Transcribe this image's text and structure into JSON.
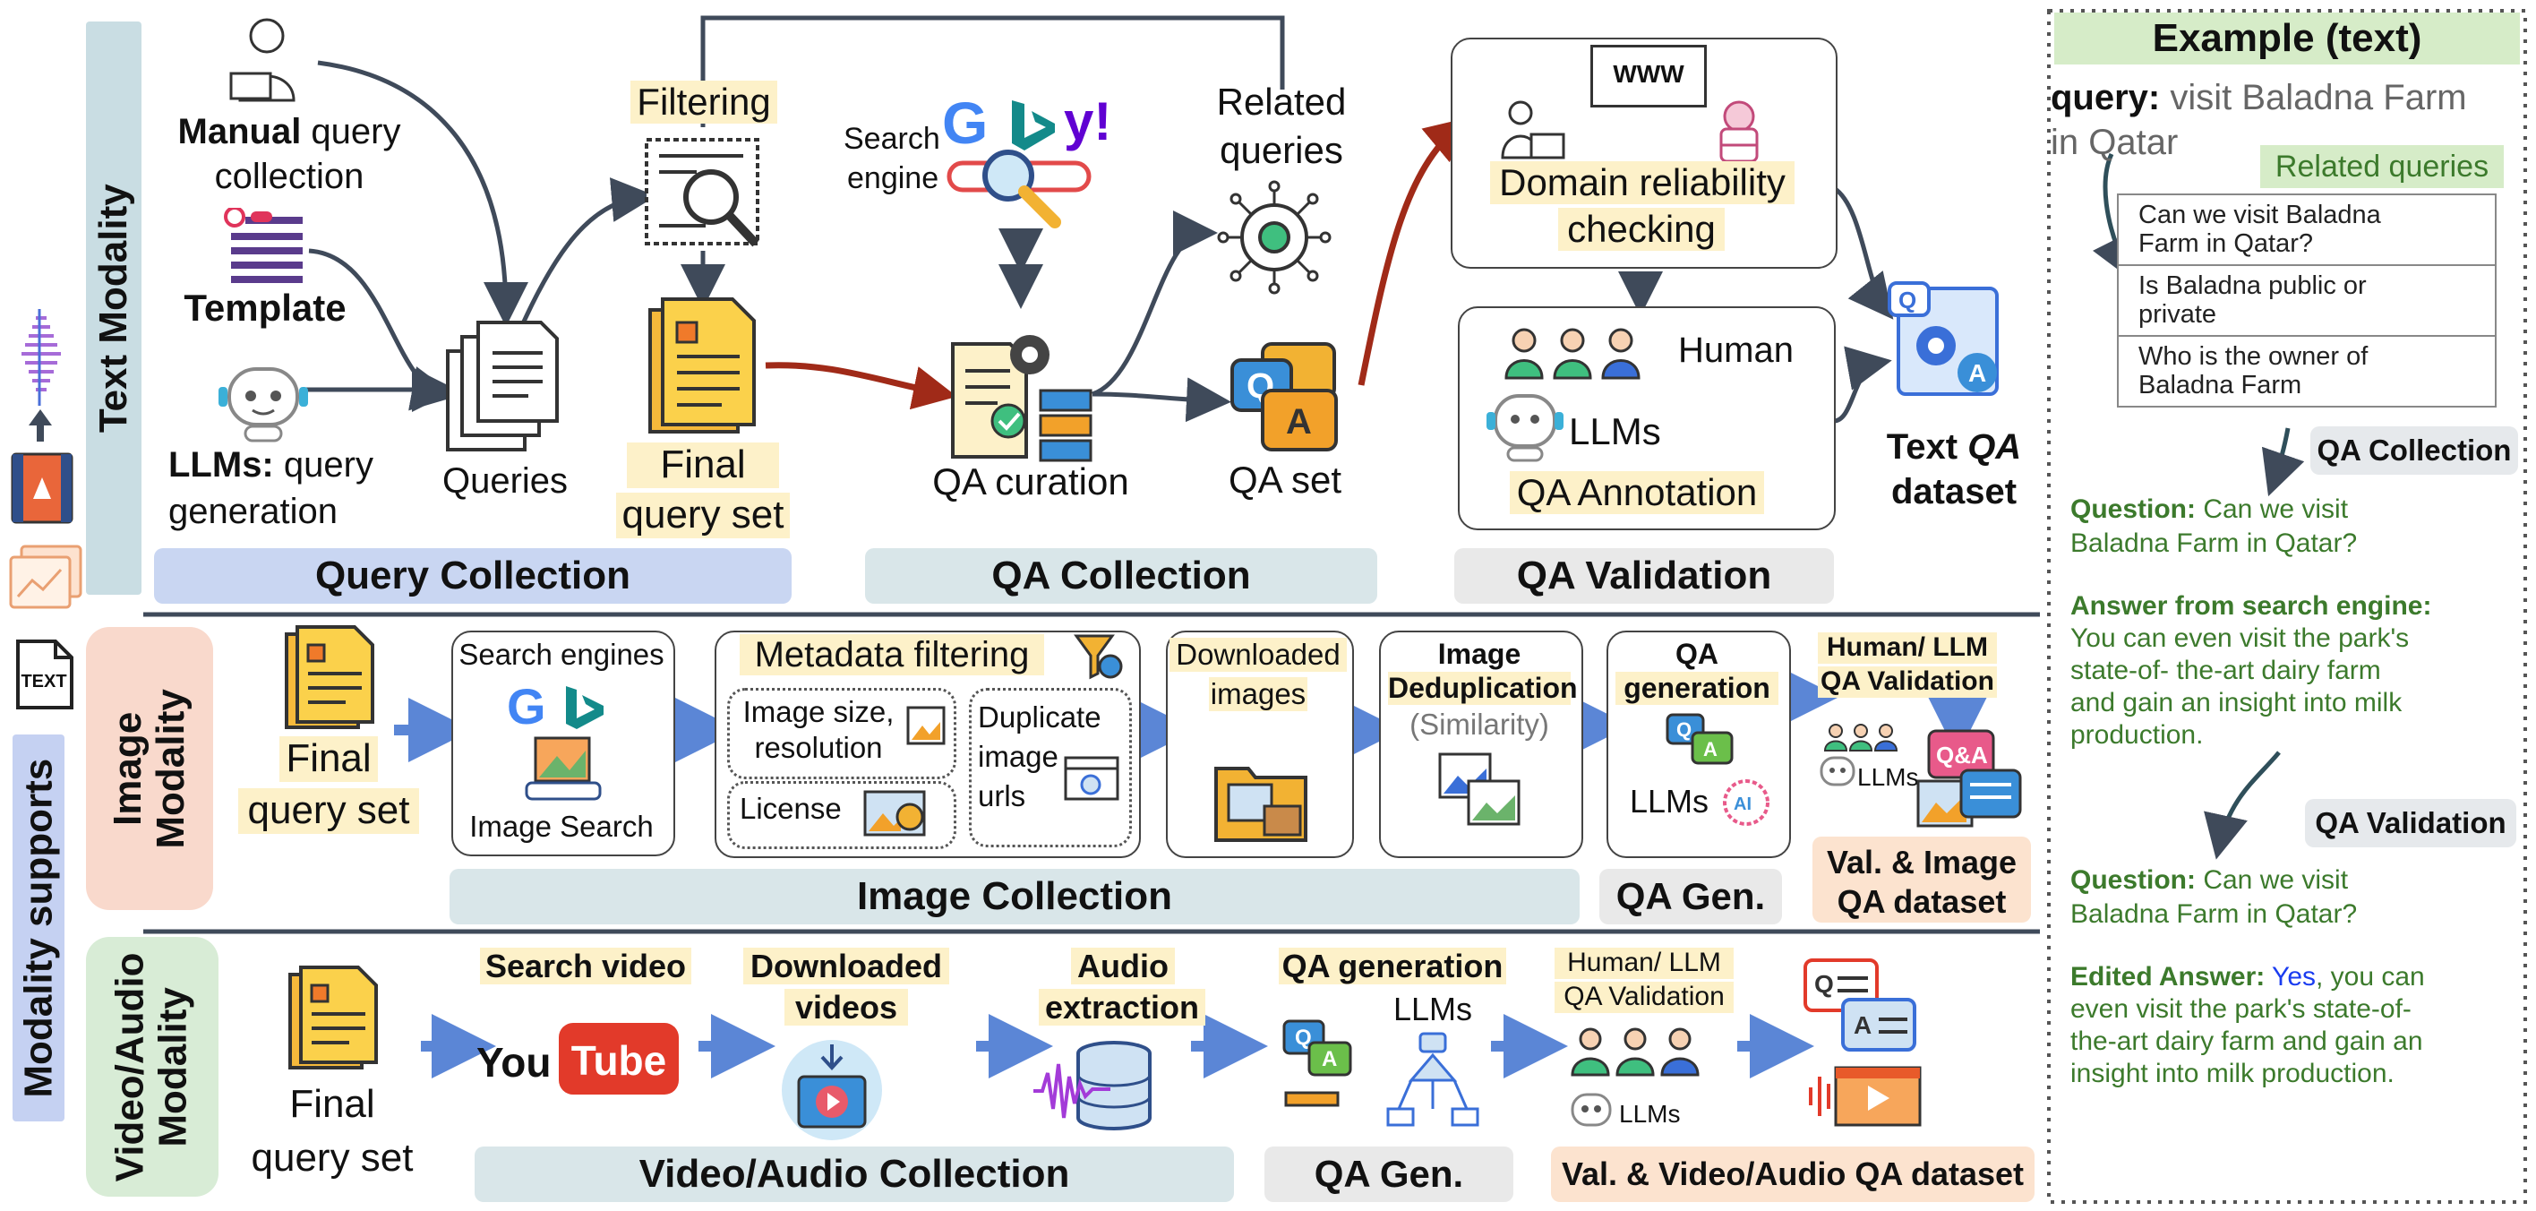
{
  "text_modality": {
    "label": "Text Modality",
    "manual_bold": "Manual",
    "manual_rest": " query",
    "manual_line2": "collection",
    "template": "Template",
    "llms_bold": "LLMs:",
    "llms_rest": " query",
    "llms_line2": "generation",
    "queries": "Queries",
    "filtering": "Filtering",
    "final_line1": "Final",
    "final_line2": "query set",
    "search_line1": "Search",
    "search_line2": "engine",
    "related_line1": "Related",
    "related_line2": "queries",
    "qa_curation": "QA curation",
    "qa_set": "QA set",
    "domain_line1": "Domain reliability",
    "domain_line2": "checking",
    "www": "WWW",
    "human": "Human",
    "llms": "LLMs",
    "qa_annotation": "QA Annotation",
    "dataset_line1": "Text ",
    "dataset_italic": "QA",
    "dataset_line2": "dataset",
    "band_query": "Query Collection",
    "band_qa": "QA Collection",
    "band_val": "QA Validation"
  },
  "image_modality": {
    "label_line1": "Image",
    "label_line2": "Modality",
    "final_line1": "Final",
    "final_line2": "query set",
    "search_engines": "Search engines",
    "image_search": "Image Search",
    "metadata": "Metadata filtering",
    "size_line1": "Image size,",
    "size_line2": "resolution",
    "license": "License",
    "dup_line1": "Duplicate",
    "dup_line2": "image",
    "dup_line3": "urls",
    "downloaded_line1": "Downloaded",
    "downloaded_line2": "images",
    "dedup_line1": "Image",
    "dedup_line2": "Deduplication",
    "dedup_line3": "(Similarity)",
    "qagen_line1": "QA",
    "qagen_line2": "generation",
    "llms": "LLMs",
    "val_line1": "Human/ LLM",
    "val_line2": "QA Validation",
    "val_llms": "LLMs",
    "dataset_line1": "Val. & Image",
    "dataset_line2": "QA dataset",
    "band_collection": "Image Collection",
    "band_qagen": "QA Gen."
  },
  "video_modality": {
    "label_line1": "Video/Audio",
    "label_line2": "Modality",
    "final_line1": "Final",
    "final_line2": "query set",
    "search_video": "Search video",
    "you": "You",
    "tube": "Tube",
    "downloaded_line1": "Downloaded",
    "downloaded_line2": "videos",
    "audio_line1": "Audio",
    "audio_line2": "extraction",
    "qagen": "QA generation",
    "llms": "LLMs",
    "val_line1": "Human/ LLM",
    "val_line2": "QA Validation",
    "val_llms": "LLMs",
    "band_collection": "Video/Audio Collection",
    "band_qagen": "QA Gen.",
    "band_dataset": "Val. & Video/Audio QA dataset"
  },
  "modality_supports": "Modality supports",
  "text_icon": "TEXT",
  "example": {
    "title": "Example (text)",
    "query_label": "query:",
    "query_line1": " visit Baladna Farm",
    "query_line2": "in Qatar",
    "related_tag": "Related queries",
    "related": [
      [
        "Can we visit Baladna",
        "Farm in Qatar?"
      ],
      [
        "Is Baladna public or",
        "private"
      ],
      [
        "Who is the owner of",
        "Baladna Farm"
      ]
    ],
    "qa_collection_tag": "QA Collection",
    "q1_label": "Question:",
    "q1_line1": " Can we visit",
    "q1_line2": "Baladna Farm in Qatar?",
    "a1_label": "Answer from search engine:",
    "a1_lines": [
      "You can even visit the park's",
      "state-of- the-art dairy farm",
      "and gain an insight into milk",
      "production."
    ],
    "qa_validation_tag": "QA Validation",
    "q2_label": "Question:",
    "q2_line1": " Can we visit",
    "q2_line2": "Baladna Farm in Qatar?",
    "a2_label": "Edited Answer:",
    "a2_yes": " Yes",
    "a2_line1_rest": ", you can",
    "a2_lines": [
      "even visit the park's state-of-",
      "the-art dairy farm and gain an",
      "insight into milk production."
    ]
  },
  "colors": {
    "query_band": "#c9d6f2",
    "qa_band": "#d9e6e9",
    "val_band": "#e9e9e9",
    "text_modality": "#c9dde3",
    "image_modality": "#f9d9cc",
    "video_modality": "#d8ecd6",
    "modality_supports": "#c5d1f2",
    "highlight": "#fdf1c9",
    "arrow_blue": "#5b86d6",
    "arrow_red": "#a02a18",
    "arrow_dark": "#3f4a5a",
    "example_green": "#3c7a2c",
    "tag_green": "#d6ecc8",
    "tag_gray": "#e6e9ec",
    "blue_yes": "#1a3cf0"
  }
}
